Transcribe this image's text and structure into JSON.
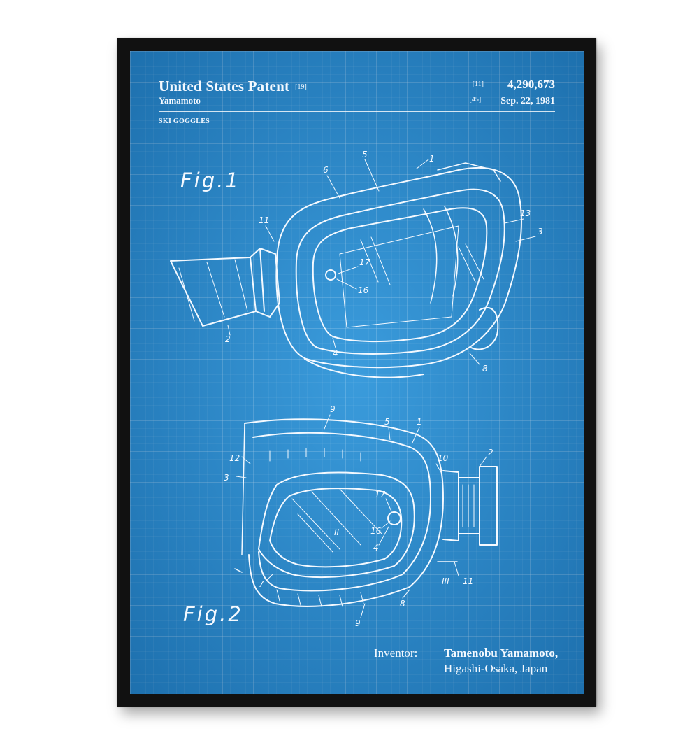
{
  "patent": {
    "title": "United States Patent",
    "title_code": "[19]",
    "number_code": "[11]",
    "number": "4,290,673",
    "assignee": "Yamamoto",
    "date_code": "[45]",
    "date": "Sep. 22, 1981",
    "subject": "SKI GOGGLES"
  },
  "figures": {
    "fig1_label": "Fig.1",
    "fig2_label": "Fig.2",
    "fig1_refs": [
      "1",
      "5",
      "6",
      "11",
      "13",
      "3",
      "17",
      "16",
      "2",
      "4",
      "8"
    ],
    "fig2_refs": [
      "9",
      "5",
      "1",
      "10",
      "2",
      "12",
      "3",
      "17",
      "16",
      "4",
      "7",
      "8",
      "9",
      "11",
      "II",
      "III"
    ]
  },
  "inventor": {
    "label": "Inventor:",
    "name": "Tamenobu Yamamoto,",
    "location": "Higashi-Osaka, Japan"
  },
  "colors": {
    "blueprint": "#2a8fd2",
    "ink": "#f4f9ff",
    "frame": "#111111"
  }
}
